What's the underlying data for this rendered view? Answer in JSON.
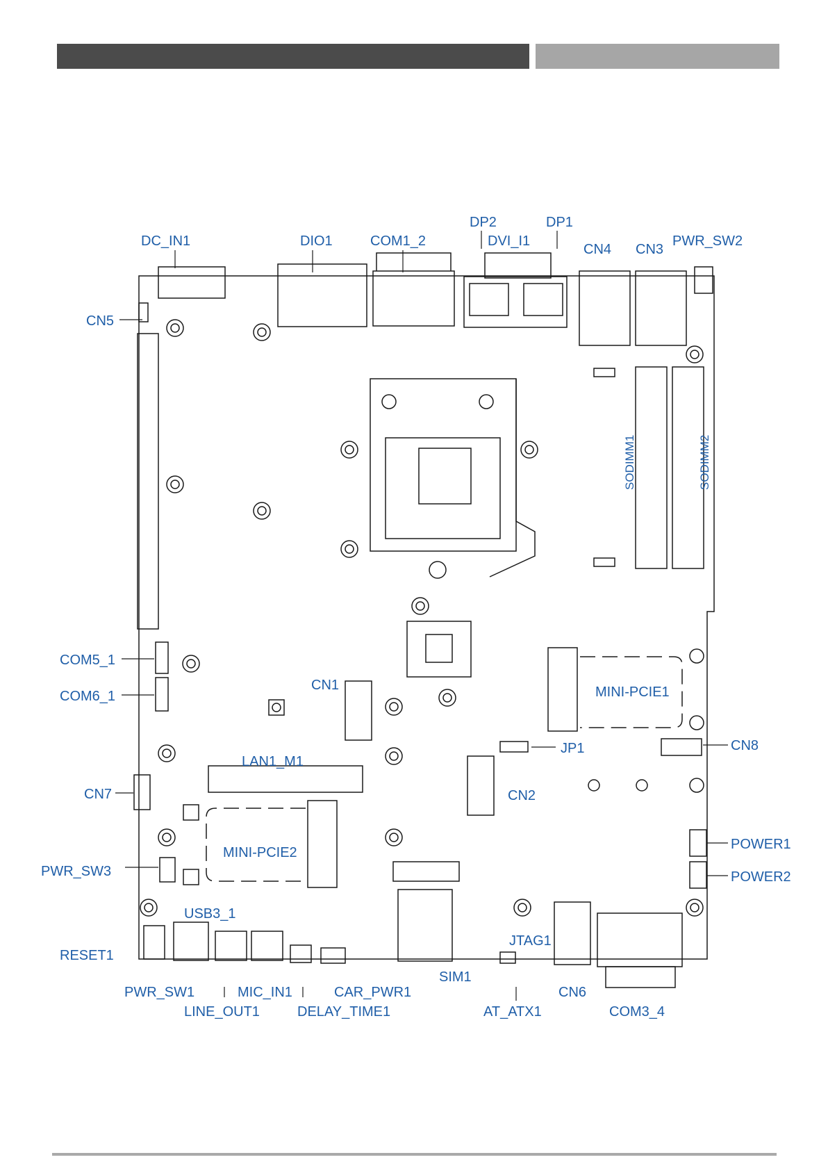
{
  "labels": {
    "dc_in1": "DC_IN1",
    "dio1": "DIO1",
    "com1_2": "COM1_2",
    "dp2": "DP2",
    "dvi_i1": "DVI_I1",
    "dp1": "DP1",
    "cn4": "CN4",
    "cn3": "CN3",
    "pwr_sw2": "PWR_SW2",
    "cn5": "CN5",
    "sodimm1": "SODIMM1",
    "sodimm2": "SODIMM2",
    "com5_1": "COM5_1",
    "com6_1": "COM6_1",
    "cn1": "CN1",
    "mini_pcie1": "MINI-PCIE1",
    "jp1": "JP1",
    "cn8": "CN8",
    "lan1_m1": "LAN1_M1",
    "cn7": "CN7",
    "cn2": "CN2",
    "mini_pcie2": "MINI-PCIE2",
    "pwr_sw3": "PWR_SW3",
    "power1": "POWER1",
    "power2": "POWER2",
    "usb3_1": "USB3_1",
    "jtag1": "JTAG1",
    "reset1": "RESET1",
    "sim1": "SIM1",
    "pwr_sw1": "PWR_SW1",
    "mic_in1": "MIC_IN1",
    "car_pwr1": "CAR_PWR1",
    "cn6": "CN6",
    "line_out1": "LINE_OUT1",
    "delay_time1": "DELAY_TIME1",
    "at_atx1": "AT_ATX1",
    "com3_4": "COM3_4"
  },
  "colors": {
    "label": "#1f5ea8",
    "header_dark": "#4b4b4b",
    "header_light": "#a6a6a6",
    "outline": "#1a1a1a"
  }
}
